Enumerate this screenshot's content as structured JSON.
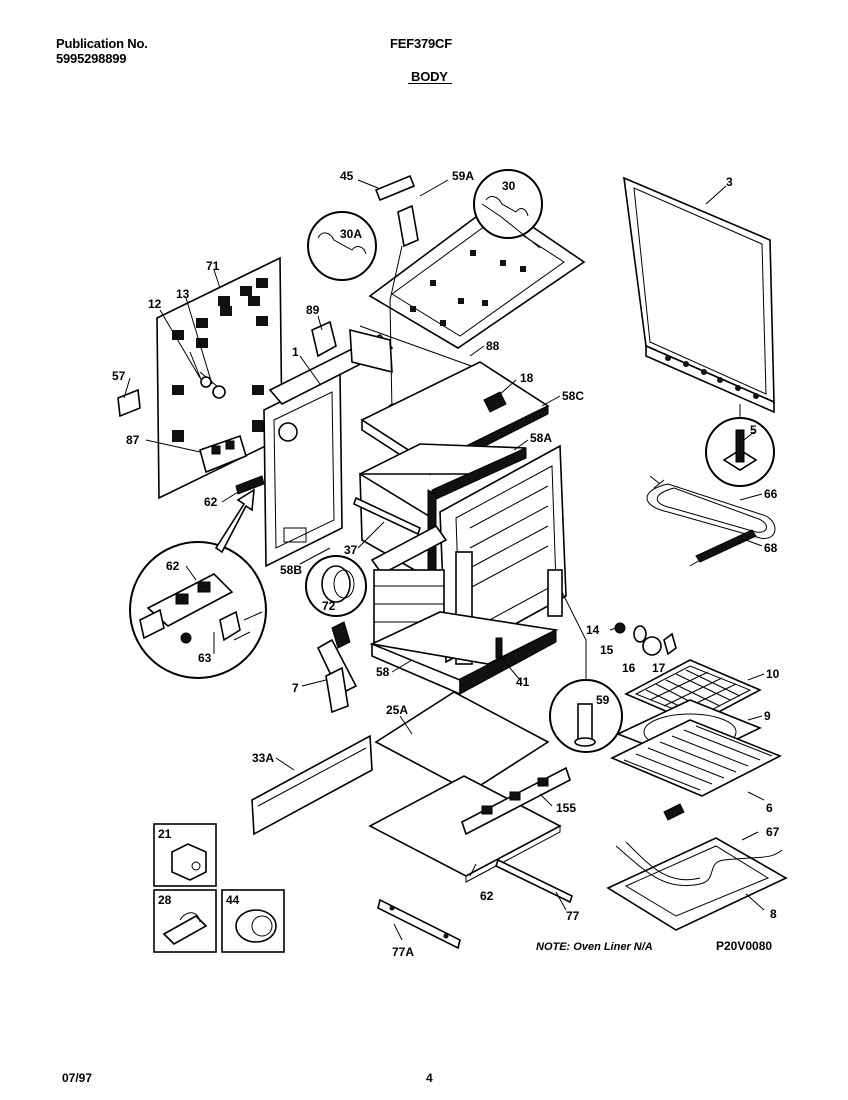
{
  "header": {
    "publication_label": "Publication No.",
    "publication_number": "5995298899",
    "model": "FEF379CF",
    "section": "BODY"
  },
  "footer": {
    "date": "07/97",
    "page": "4"
  },
  "diagram": {
    "note": "NOTE: Oven Liner N/A",
    "code": "P20V0080",
    "part_labels": [
      "45",
      "59A",
      "30",
      "30A",
      "3",
      "71",
      "12",
      "13",
      "89",
      "1",
      "88",
      "18",
      "58C",
      "57",
      "58A",
      "5",
      "87",
      "66",
      "62",
      "68",
      "37",
      "58B",
      "72",
      "62",
      "63",
      "14",
      "15",
      "16",
      "17",
      "7",
      "58",
      "41",
      "59",
      "10",
      "9",
      "25A",
      "33A",
      "155",
      "6",
      "67",
      "21",
      "28",
      "44",
      "62",
      "77",
      "8",
      "77A"
    ]
  }
}
